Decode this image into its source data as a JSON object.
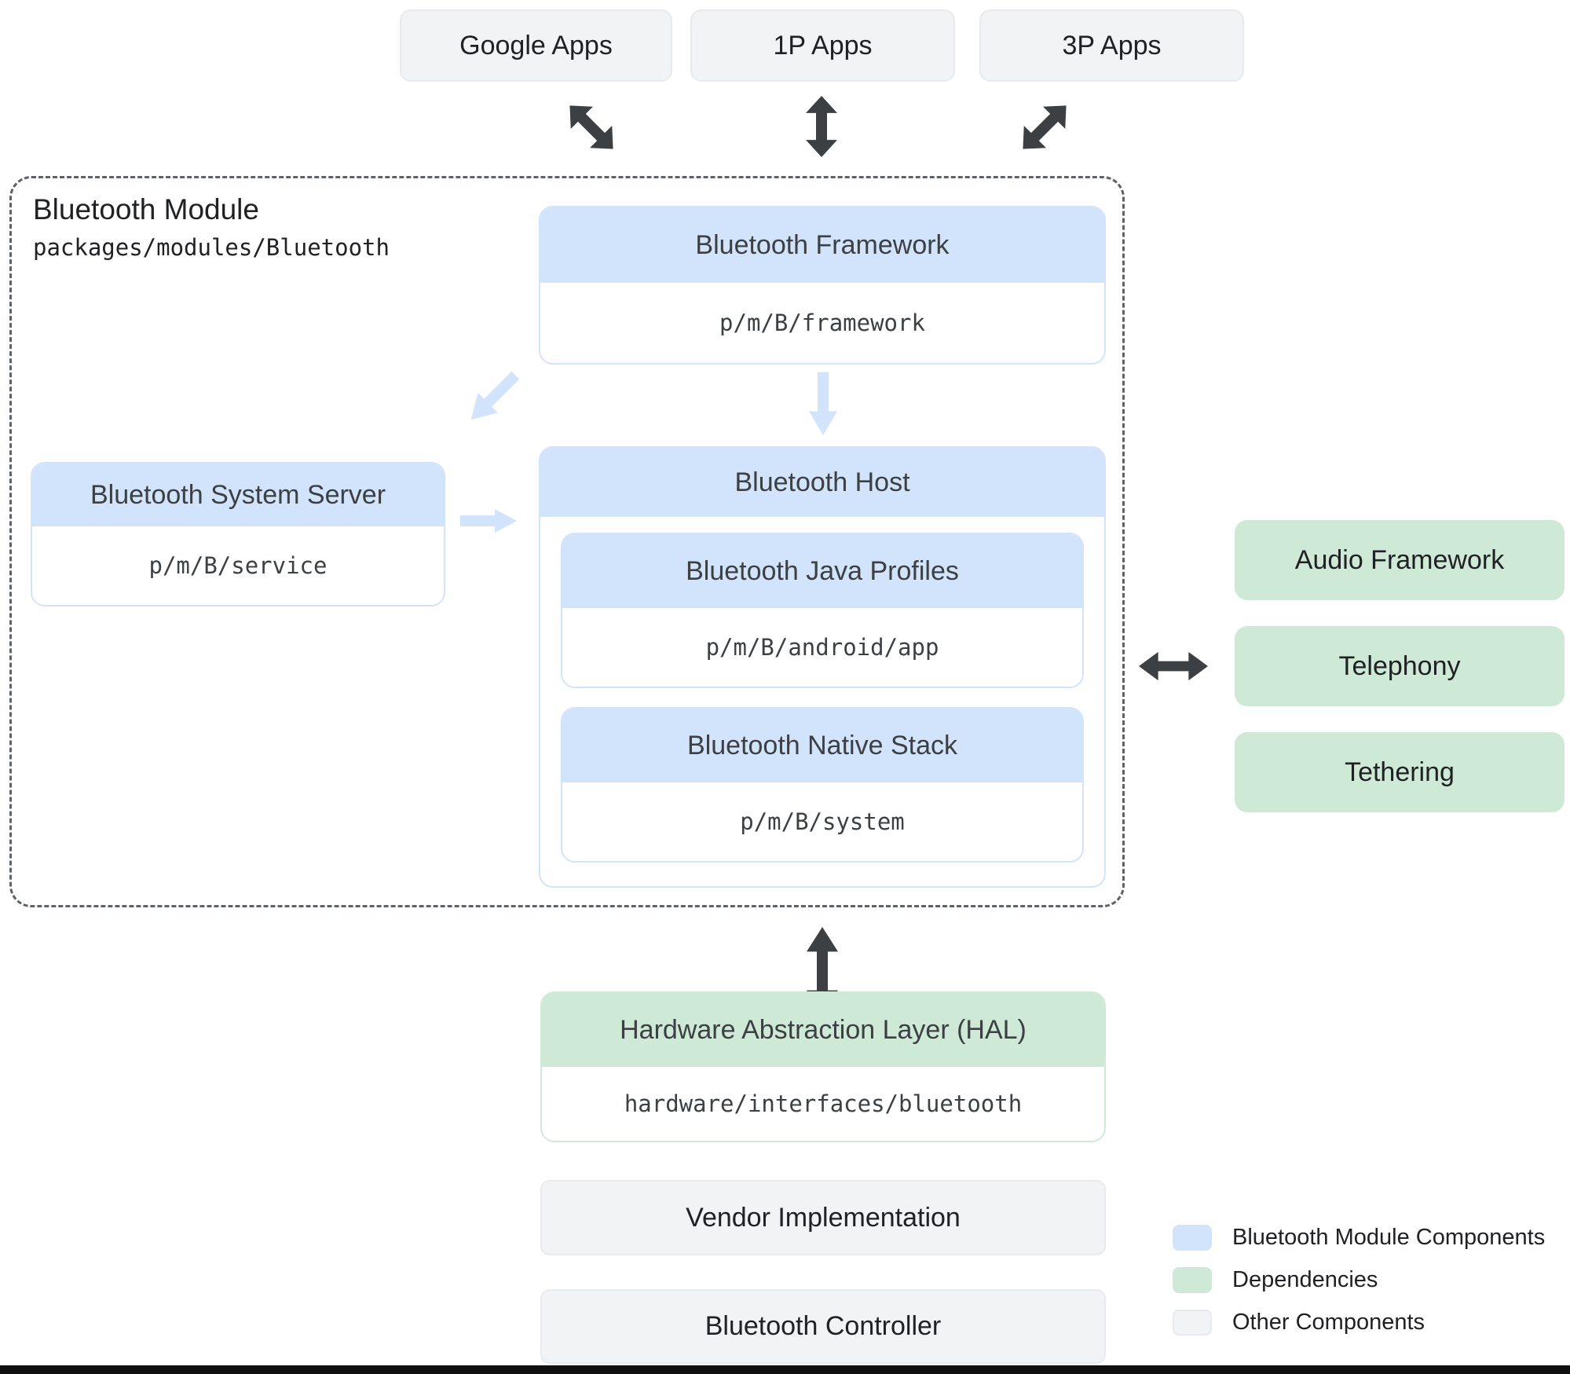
{
  "top_apps": [
    {
      "label": "Google Apps"
    },
    {
      "label": "1P Apps"
    },
    {
      "label": "3P Apps"
    }
  ],
  "module": {
    "title": "Bluetooth Module",
    "path": "packages/modules/Bluetooth",
    "framework": {
      "title": "Bluetooth Framework",
      "path": "p/m/B/framework"
    },
    "system_server": {
      "title": "Bluetooth System Server",
      "path": "p/m/B/service"
    },
    "host": {
      "title": "Bluetooth Host",
      "children": [
        {
          "title": "Bluetooth Java Profiles",
          "path": "p/m/B/android/app"
        },
        {
          "title": "Bluetooth Native Stack",
          "path": "p/m/B/system"
        }
      ]
    }
  },
  "dependencies": [
    {
      "label": "Audio Framework"
    },
    {
      "label": "Telephony"
    },
    {
      "label": "Tethering"
    }
  ],
  "hal": {
    "title": "Hardware Abstraction Layer (HAL)",
    "path": "hardware/interfaces/bluetooth"
  },
  "bottom_stack": [
    {
      "label": "Vendor Implementation"
    },
    {
      "label": "Bluetooth Controller"
    }
  ],
  "legend": {
    "items": [
      {
        "label": "Bluetooth Module Components",
        "color": "#d2e3fc"
      },
      {
        "label": "Dependencies",
        "color": "#ceead6"
      },
      {
        "label": "Other Components",
        "color": "#f1f3f4"
      }
    ]
  },
  "colors": {
    "module_component": "#d2e3fc",
    "dependency": "#ceead6",
    "other_component": "#f1f3f4",
    "arrow_dark": "#3c4043",
    "arrow_light": "#d2e3fc",
    "dashed_border": "#5f6368"
  }
}
